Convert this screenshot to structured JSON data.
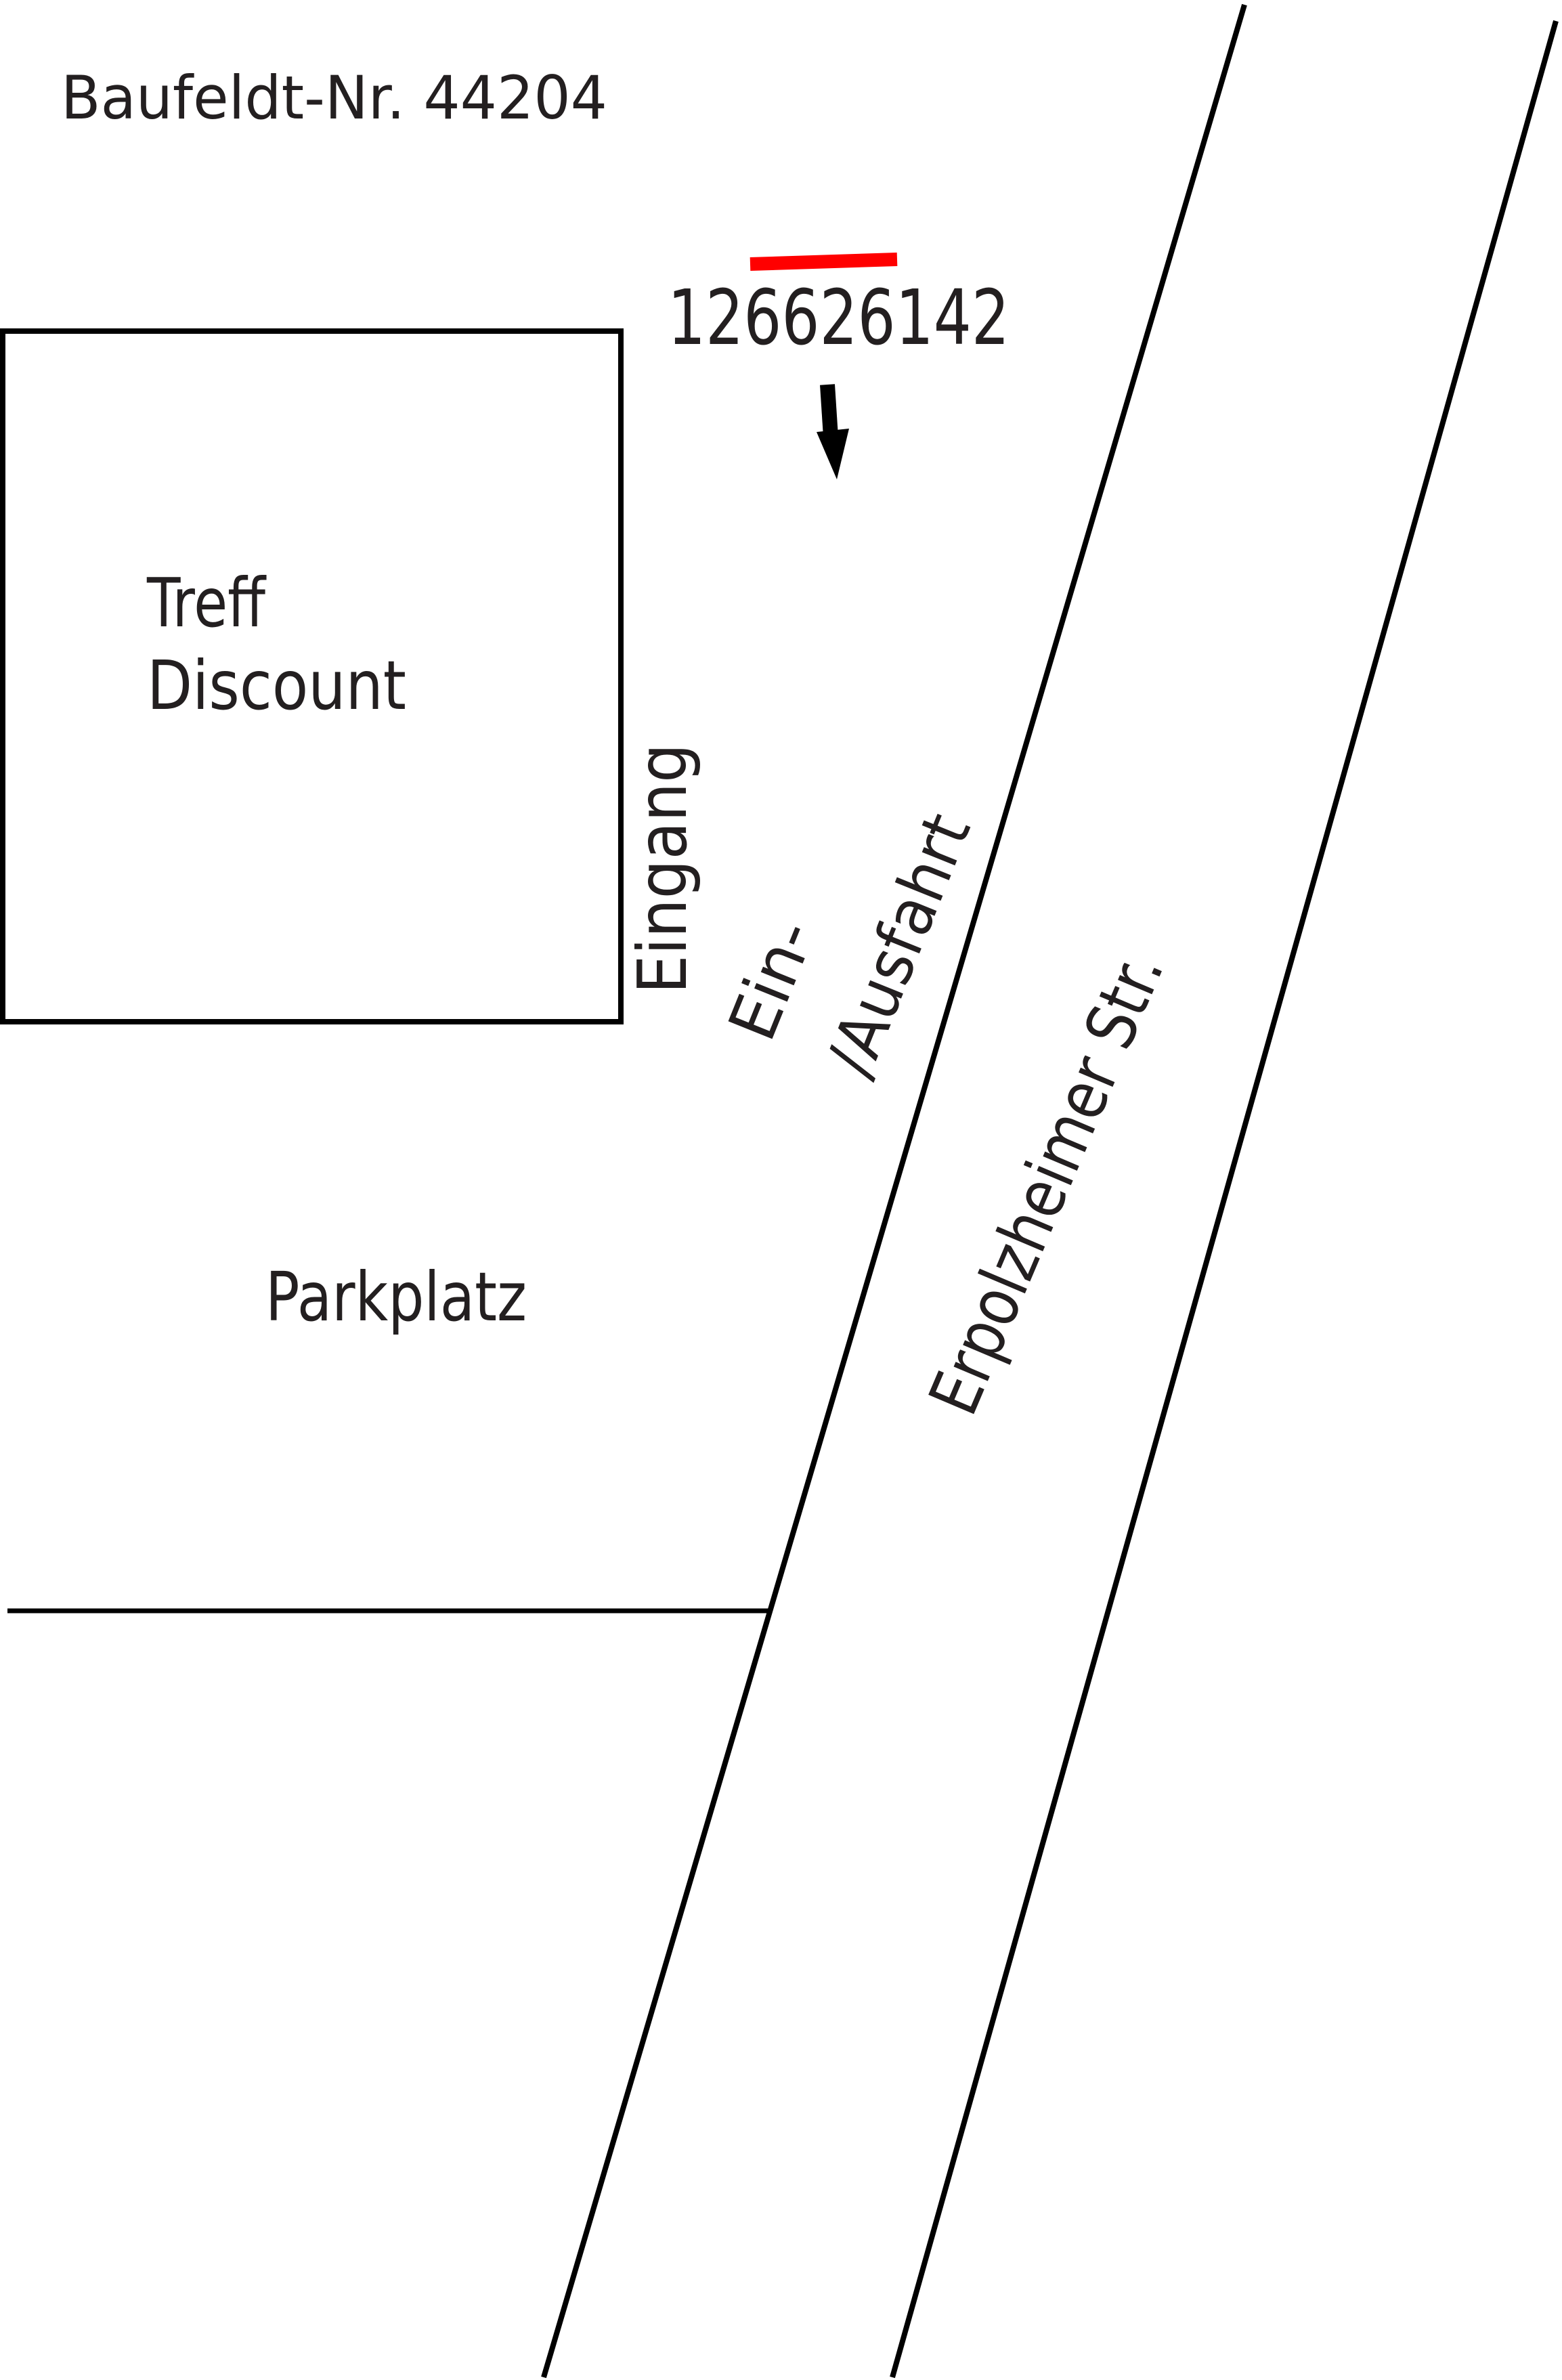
{
  "header": {
    "title": "Baufeldt-Nr. 44204"
  },
  "marker": {
    "number": "126626142",
    "highlight_color": "#ff0000",
    "arrow_icon": "arrow-down-icon"
  },
  "building": {
    "name_line1": "Treff",
    "name_line2": "Discount",
    "entrance": "Eingang"
  },
  "access": {
    "line1": "Ein-",
    "line2": "/Ausfahrt"
  },
  "parking": {
    "label": "Parkplatz"
  },
  "street": {
    "name": "Erpolzheimer Str."
  },
  "colors": {
    "line": "#000000",
    "text": "#231f20",
    "background": "#ffffff"
  }
}
